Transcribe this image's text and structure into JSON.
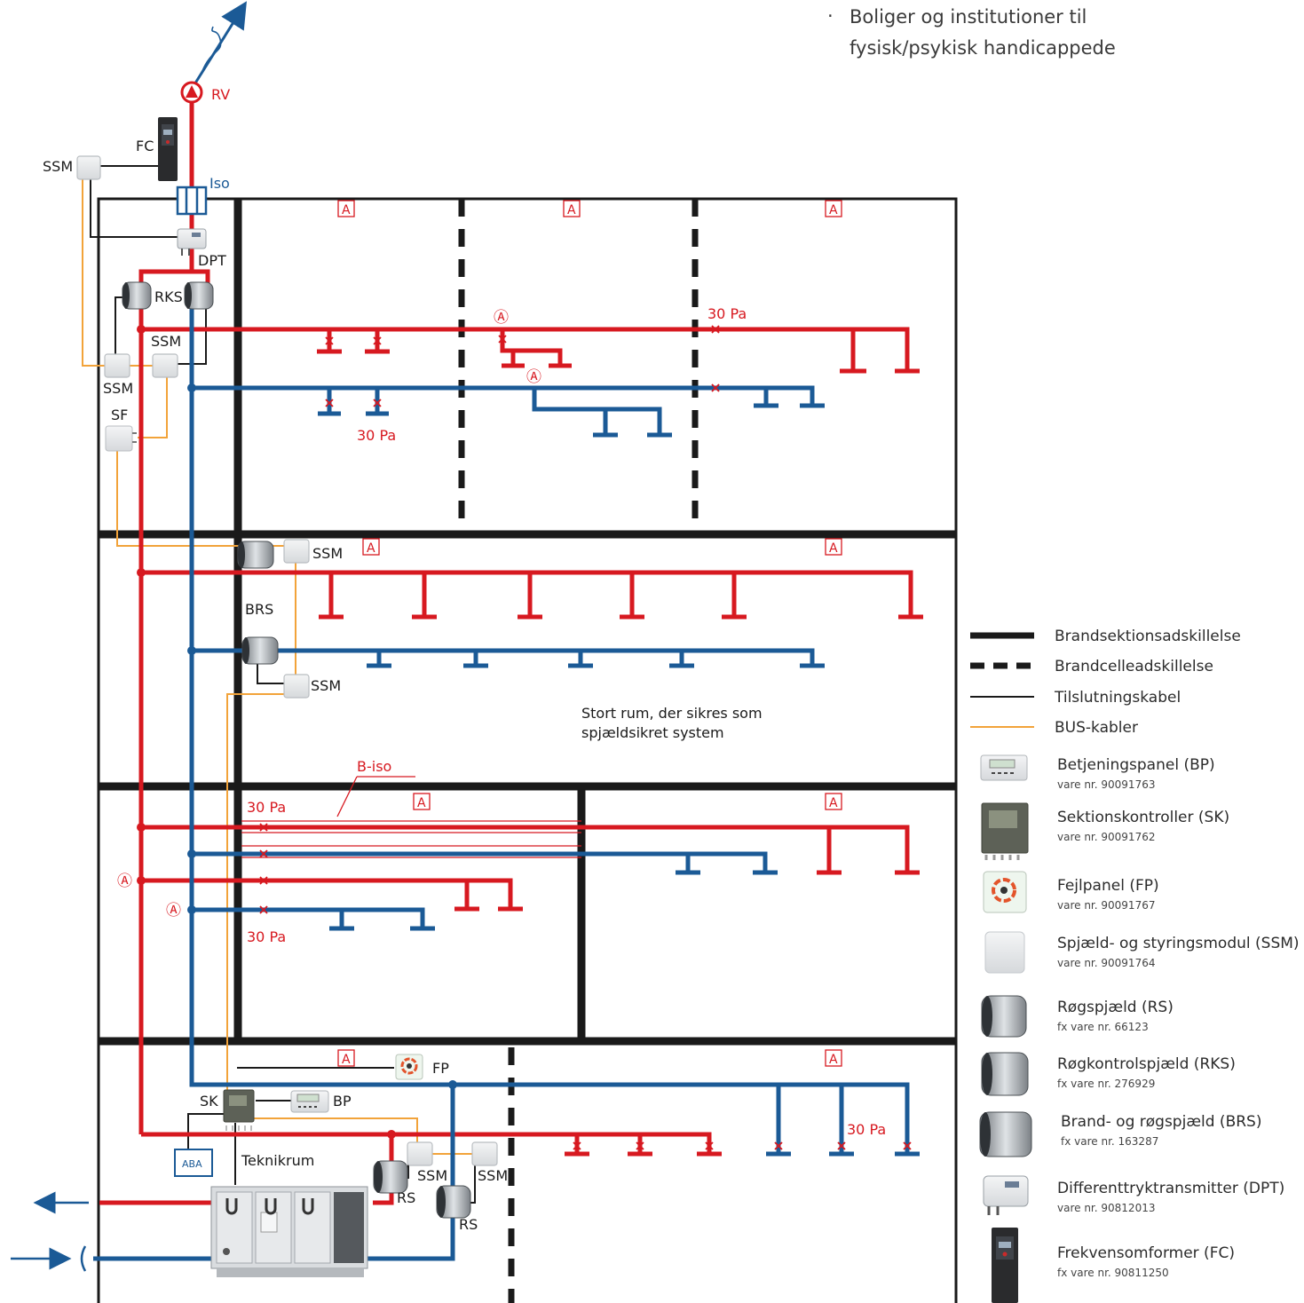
{
  "header": {
    "bullet_line1": "Boliger og institutioner til",
    "bullet_line2": "fysisk/psykisk handicappede"
  },
  "labels": {
    "rv": "RV",
    "fc": "FC",
    "ssm": "SSM",
    "iso": "Iso",
    "dpt": "DPT",
    "rks": "RKS",
    "sf": "SF",
    "brs": "BRS",
    "b_iso": "B-iso",
    "pressure": "30 Pa",
    "zone_a": "A",
    "circle_a": "Ⓐ",
    "fp": "FP",
    "sk": "SK",
    "bp": "BP",
    "aba": "ABA",
    "rs": "RS",
    "teknikrum": "Teknikrum",
    "room_line1": "Stort rum, der sikres som",
    "room_line2": "spjældsikret system"
  },
  "legend": {
    "lines": [
      {
        "label": "Brandsektionsadskillelse"
      },
      {
        "label": "Brandcelleadskillelse"
      },
      {
        "label": "Tilslutningskabel"
      },
      {
        "label": "BUS-kabler"
      }
    ],
    "items": [
      {
        "title": "Betjeningspanel (BP)",
        "sub": "vare nr. 90091763",
        "icon": "control-panel-icon"
      },
      {
        "title": "Sektionskontroller (SK)",
        "sub": "vare nr. 90091762",
        "icon": "section-controller-icon"
      },
      {
        "title": "Fejlpanel (FP)",
        "sub": "vare nr. 90091767",
        "icon": "fault-panel-icon"
      },
      {
        "title": "Spjæld- og styringsmodul (SSM)",
        "sub": "vare nr. 90091764",
        "icon": "damper-module-icon"
      },
      {
        "title": "Røgspjæld (RS)",
        "sub": "fx vare nr. 66123",
        "icon": "smoke-damper-icon"
      },
      {
        "title": "Røgkontrolspjæld (RKS)",
        "sub": "fx vare nr. 276929",
        "icon": "smoke-control-damper-icon"
      },
      {
        "title": "Brand- og røgspjæld (BRS)",
        "sub": "fx vare nr. 163287",
        "icon": "fire-smoke-damper-icon"
      },
      {
        "title": "Differenttryktransmitter (DPT)",
        "sub": "vare nr. 90812013",
        "icon": "pressure-transmitter-icon"
      },
      {
        "title": "Frekvensomformer (FC)",
        "sub": "fx vare nr. 90811250",
        "icon": "frequency-converter-icon"
      }
    ]
  },
  "colors": {
    "red": "#d71920",
    "blue": "#1b5a96",
    "bus": "#f2a33a",
    "wall": "#1a1a1a"
  }
}
